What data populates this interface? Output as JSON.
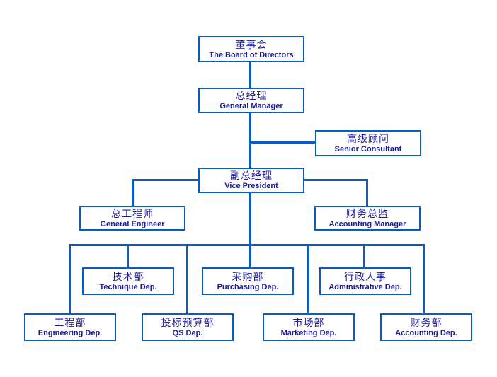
{
  "colors": {
    "connector_blue": "#0b5bc4",
    "text_navy": "#1b1b99",
    "background": "#ffffff"
  },
  "nodes": {
    "board": {
      "zh": "董事会",
      "en": "The Board of Directors"
    },
    "gm": {
      "zh": "总经理",
      "en": "General Manager"
    },
    "consultant": {
      "zh": "高级顾问",
      "en": "Senior Consultant"
    },
    "vp": {
      "zh": "副总经理",
      "en": "Vice President"
    },
    "chief_engineer": {
      "zh": "总工程师",
      "en": "General Engineer"
    },
    "accounting_manager": {
      "zh": "财务总监",
      "en": "Accounting Manager"
    },
    "technique": {
      "zh": "技术部",
      "en": "Technique Dep."
    },
    "purchasing": {
      "zh": "采购部",
      "en": "Purchasing Dep."
    },
    "administrative": {
      "zh": "行政人事",
      "en": "Administrative Dep."
    },
    "engineering": {
      "zh": "工程部",
      "en": "Engineering Dep."
    },
    "qs": {
      "zh": "投标预算部",
      "en": "QS Dep."
    },
    "marketing": {
      "zh": "市场部",
      "en": "Marketing Dep."
    },
    "accounting": {
      "zh": "财务部",
      "en": "Accounting Dep."
    }
  }
}
